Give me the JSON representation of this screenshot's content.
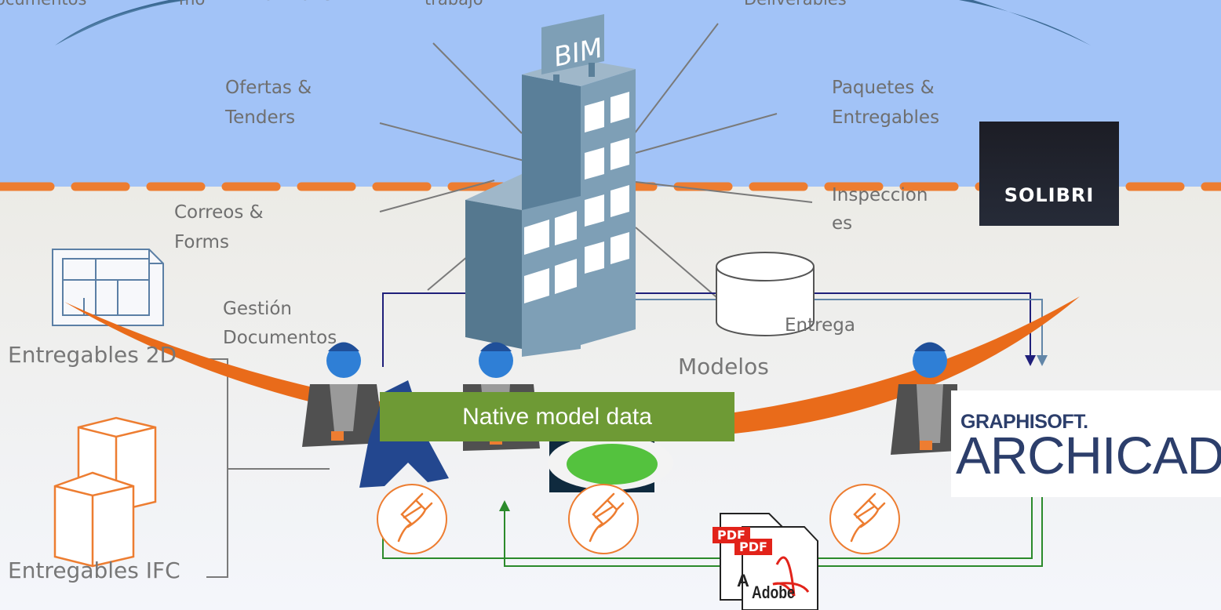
{
  "labels": {
    "top_documentos": "ocumentos",
    "top_mo": "mo",
    "top_workflows": "Workflows",
    "top_trabajo": "trabajo",
    "top_deliverables": "Deliverables",
    "ofertas": "Ofertas &",
    "tenders": "Tenders",
    "paquetes": "Paquetes &",
    "entregables_pq": "Entregables",
    "correos": "Correos &",
    "forms": "Forms",
    "inspeccion": "Inspeccion",
    "inspeccion_es": "es",
    "gestion": "Gestión",
    "documentos": "Documentos",
    "entrega": "Entrega",
    "modelos": "Modelos",
    "entregables_2d": "Entregables 2D",
    "entregables_ifc": "Entregables IFC"
  },
  "building_sign": "BIM",
  "banner": "Native model data",
  "logos": {
    "solibri": "SOLIBRI",
    "graphisoft": "GRAPHISOFT.",
    "archicad": "ARCHICAD",
    "pdf": "PDF",
    "adobe": "Adobe",
    "adobe_a": "A"
  },
  "colors": {
    "sky": "#a2c3f7",
    "ground_top": "#ecebe6",
    "ground_bottom": "#f4f6fb",
    "divider": "#ed7d31",
    "arrow": "#e96b1a",
    "banner": "#6e9a35",
    "building": "#6b8fa8",
    "navy_line": "#1f1f7a",
    "green_line": "#2b8a2b"
  }
}
